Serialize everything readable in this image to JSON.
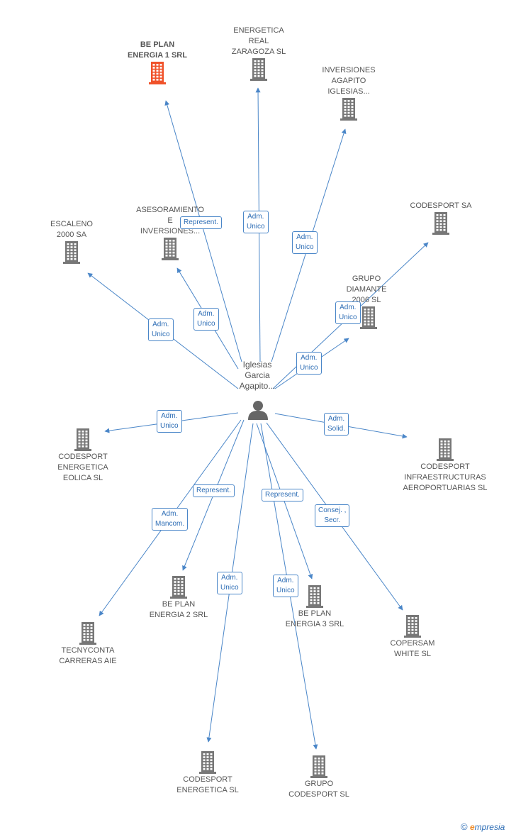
{
  "center": {
    "name": "Iglesias\nGarcia\nAgapito..."
  },
  "colors": {
    "edge": "#4a86c8",
    "building": "#777777",
    "highlight": "#f0522a",
    "badge_text": "#2d6db5"
  },
  "nodes": [
    {
      "id": "n1",
      "label": "BE PLAN\nENERGIA 1 SRL",
      "highlight": true
    },
    {
      "id": "n2",
      "label": "ENERGETICA\nREAL\nZARAGOZA SL"
    },
    {
      "id": "n3",
      "label": "INVERSIONES\nAGAPITO\nIGLESIAS..."
    },
    {
      "id": "n4",
      "label": "CODESPORT SA"
    },
    {
      "id": "n5",
      "label": "ESCALENO\n2000 SA"
    },
    {
      "id": "n6",
      "label": "ASESORAMIENTO\nE\nINVERSIONES..."
    },
    {
      "id": "n7",
      "label": "GRUPO\nDIAMANTE\n2006 SL"
    },
    {
      "id": "n8",
      "label": "CODESPORT\nENERGETICA\nEOLICA SL"
    },
    {
      "id": "n9",
      "label": "CODESPORT\nINFRAESTRUCTURAS\nAEROPORTUARIAS SL"
    },
    {
      "id": "n10",
      "label": "BE PLAN\nENERGIA 2 SRL"
    },
    {
      "id": "n11",
      "label": "BE PLAN\nENERGIA 3 SRL"
    },
    {
      "id": "n12",
      "label": "TECNYCONTA\nCARRERAS AIE"
    },
    {
      "id": "n13",
      "label": "COPERSAM\nWHITE SL"
    },
    {
      "id": "n14",
      "label": "CODESPORT\nENERGETICA SL"
    },
    {
      "id": "n15",
      "label": "GRUPO\nCODESPORT SL"
    }
  ],
  "roles": [
    {
      "id": "r1",
      "label": "Represent."
    },
    {
      "id": "r2",
      "label": "Adm.\nUnico"
    },
    {
      "id": "r3",
      "label": "Adm.\nUnico"
    },
    {
      "id": "r4",
      "label": "Adm.\nUnico"
    },
    {
      "id": "r5",
      "label": "Adm.\nUnico"
    },
    {
      "id": "r6",
      "label": "Adm.\nUnico"
    },
    {
      "id": "r7",
      "label": "Adm.\nUnico"
    },
    {
      "id": "r8",
      "label": "Adm.\nUnico"
    },
    {
      "id": "r9",
      "label": "Adm.\nSolid."
    },
    {
      "id": "r10",
      "label": "Represent."
    },
    {
      "id": "r11",
      "label": "Adm.\nMancom."
    },
    {
      "id": "r12",
      "label": "Represent."
    },
    {
      "id": "r13",
      "label": "Consej. ,\nSecr."
    },
    {
      "id": "r14",
      "label": "Adm.\nUnico"
    },
    {
      "id": "r15",
      "label": "Adm.\nUnico"
    }
  ],
  "footer": {
    "copyright": "©",
    "brand_initial": "e",
    "brand_rest": "mpresia"
  }
}
